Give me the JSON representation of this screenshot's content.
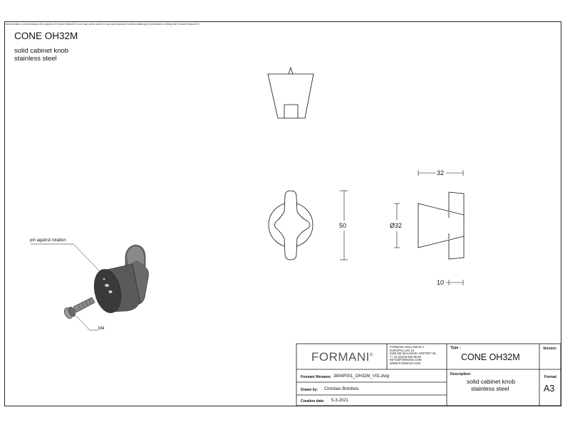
{
  "notice": "All information on this drawing is the property of Formani Holland B.V. and may not be copied, in any way whatsoever without obtaining the permission in writing from Formani Holland B.V.",
  "header": {
    "title": "CONE OH32M",
    "description_line1": "solid cabinet knob",
    "description_line2": "stainless steel"
  },
  "dimensions": {
    "width": "32",
    "height": "50",
    "diameter": "Ø32",
    "depth": "10"
  },
  "callouts": {
    "pin": "pin against rotation",
    "screw": "M4"
  },
  "title_block": {
    "logo": "FORMANI",
    "logo_mark": "®",
    "company_name": "FORMANI HOLLAND B.V.",
    "address_line1": "EUROPALAAN 12",
    "address_line2": "5165 NE WAALWIJK-AIRPORT NL",
    "phone": "T +31 (0)416 650 88 88",
    "email": "INFO@FORMANI.COM",
    "website": "WWW.FORMANI.COM",
    "type_label": "Type :",
    "type_value": "CONE OH32M",
    "version_label": "Version:",
    "version_value": "",
    "filename_label": "Formani filename:",
    "filename_value": "3804P001_OH32M_V01.dwg",
    "description_label": "Description:",
    "description_line1": "solid cabinet knob",
    "description_line2": "stainless steel",
    "format_label": "Format",
    "format_value": "A3",
    "drawn_by_label": "Drawn by:",
    "drawn_by_value": "Christian Brimbois",
    "creation_date_label": "Creation date:",
    "creation_date_value": "5-3-2021"
  },
  "colors": {
    "line": "#111111",
    "knob_dark": "#3a3a3a",
    "knob_mid": "#6a6a6a",
    "knob_light": "#9a9a9a"
  }
}
